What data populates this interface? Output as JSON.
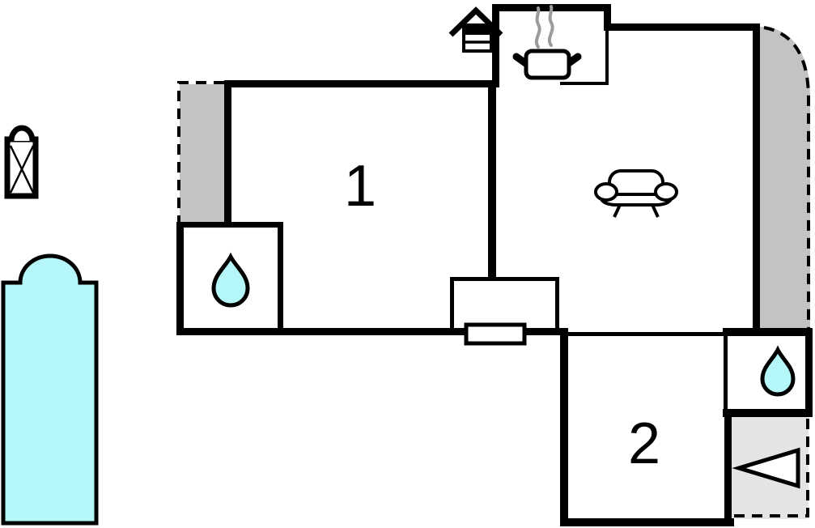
{
  "title": "holiday-home-floor-plan",
  "colors": {
    "wall": "#000000",
    "terrace": "#c3c3c3",
    "entry": "#e4e4e4",
    "water": "#b5f7f8",
    "steam": "#9b9b9b",
    "icon_fill": "#ffffff",
    "background": "#ffffff"
  },
  "rooms": {
    "room1": {
      "label": "1"
    },
    "room2": {
      "label": "2"
    }
  },
  "icons": {
    "whirlpool": "whirlpool-bath-icon",
    "pool": "swimming-pool",
    "wood_stove": "wood-stove-icon",
    "cooking_pot": "cooking-pot-icon",
    "steam": "steam-icon",
    "sofa": "sofa-icon",
    "bathroom_left": "water-drop-icon",
    "bathroom_right": "water-drop-icon",
    "entrance_arrow": "entrance-arrow-icon",
    "door": "door-symbol"
  }
}
